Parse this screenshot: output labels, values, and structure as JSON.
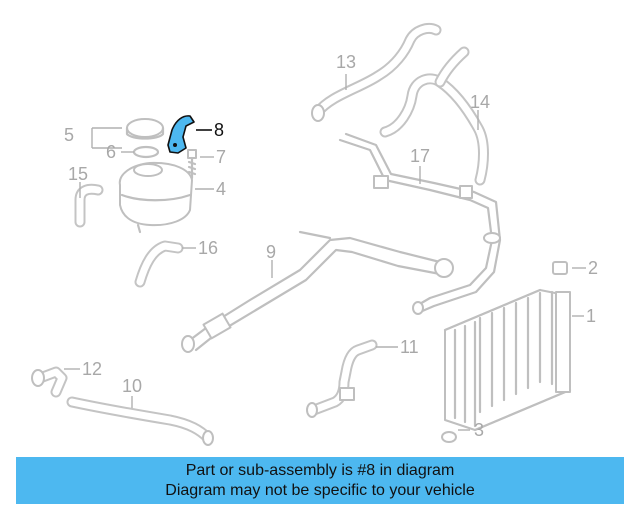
{
  "callouts": {
    "c1": "1",
    "c2": "2",
    "c3": "3",
    "c4": "4",
    "c5": "5",
    "c6": "6",
    "c7": "7",
    "c8": "8",
    "c9": "9",
    "c10": "10",
    "c11": "11",
    "c12": "12",
    "c13": "13",
    "c14": "14",
    "c15": "15",
    "c16": "16",
    "c17": "17"
  },
  "highlight": {
    "part_number": "8",
    "color": "#4db8f0"
  },
  "banner": {
    "line1": "Part or sub-assembly is #8 in diagram",
    "line2": "Diagram may not be specific to your vehicle",
    "background": "#4db8f0"
  }
}
